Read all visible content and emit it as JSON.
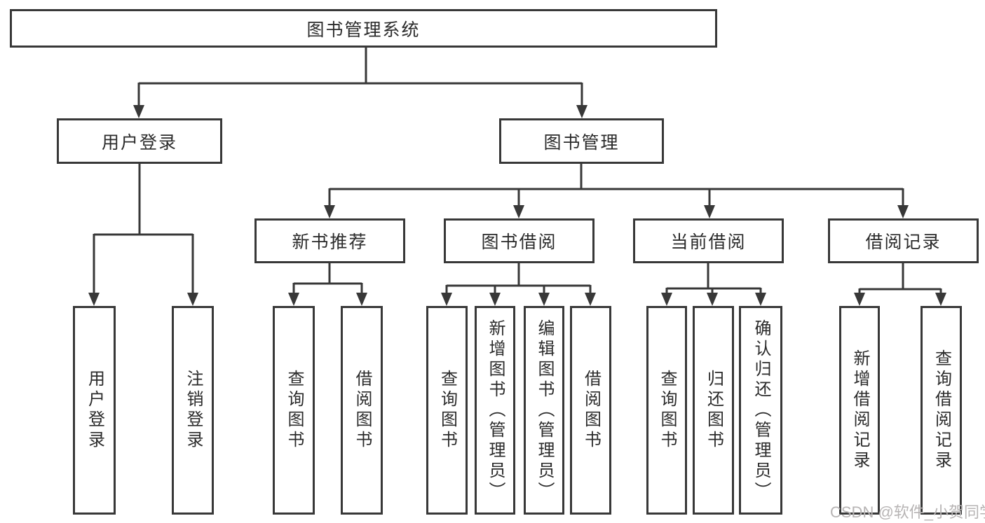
{
  "diagram": {
    "root": {
      "label": "图书管理系统"
    },
    "user_module": {
      "label": "用户登录",
      "children": [
        {
          "label": "用户登录"
        },
        {
          "label": "注销登录"
        }
      ]
    },
    "book_module": {
      "label": "图书管理",
      "sections": [
        {
          "label": "新书推荐",
          "children": [
            {
              "label": "查询图书"
            },
            {
              "label": "借阅图书"
            }
          ]
        },
        {
          "label": "图书借阅",
          "children": [
            {
              "label": "查询图书"
            },
            {
              "label": "新增图书（管理员）"
            },
            {
              "label": "编辑图书（管理员）"
            },
            {
              "label": "借阅图书"
            }
          ]
        },
        {
          "label": "当前借阅",
          "children": [
            {
              "label": "查询图书"
            },
            {
              "label": "归还图书"
            },
            {
              "label": "确认归还（管理员）"
            }
          ]
        },
        {
          "label": "借阅记录",
          "children": [
            {
              "label": "新增借阅记录"
            },
            {
              "label": "查询借阅记录"
            }
          ]
        }
      ]
    },
    "colors": {
      "line": "#383838",
      "text": "#2b2b2b",
      "background": "#ffffff",
      "watermark": "#b7b4b4"
    }
  },
  "watermark": {
    "text": "CSDN @软件_小贺同学"
  }
}
